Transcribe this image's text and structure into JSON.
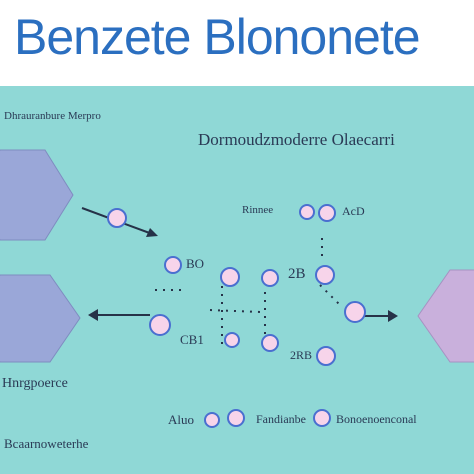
{
  "title": "Benzete Blononete",
  "labels": {
    "top_left": "Dhrauranbure Merpro",
    "diagram_heading": "Dormoudzmoderre Olaecarri",
    "node_top": "Rinnee",
    "node_top_right": "AcD",
    "node_left": "BO",
    "node_mid": "2B",
    "node_lower_left": "CB1",
    "node_lower_right": "2RB",
    "bottom_left_1": "Hnrgpoerce",
    "bottom_left_2": "Bcaarnoweterhe",
    "bottom_row_1": "Aluo",
    "bottom_row_2": "Fandianbe",
    "bottom_row_3": "Bonoenoenconal"
  },
  "colors": {
    "title": "#2b6fc0",
    "panel_bg": "#8fd8d6",
    "hexagon_blue": "#9aa7d8",
    "hexagon_pink": "#c9b0dc",
    "node_outline": "#4a6fd0",
    "node_fill": "#f7d4ea",
    "line": "#263248"
  }
}
